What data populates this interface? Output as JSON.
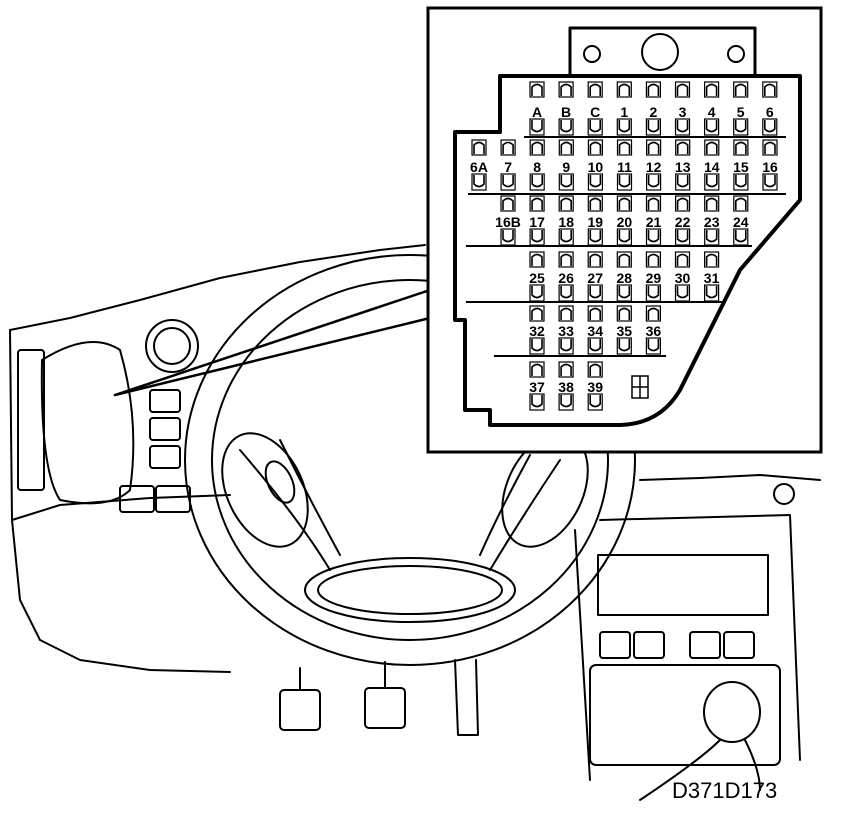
{
  "drawing_code": "D371D173",
  "fuse_box": {
    "rows": [
      [
        "A",
        "B",
        "C",
        "1",
        "2",
        "3",
        "4",
        "5",
        "6"
      ],
      [
        "6A",
        "7",
        "8",
        "9",
        "10",
        "11",
        "12",
        "13",
        "14",
        "15",
        "16"
      ],
      [
        "16B",
        "17",
        "18",
        "19",
        "20",
        "21",
        "22",
        "23",
        "24"
      ],
      [
        "25",
        "26",
        "27",
        "28",
        "29",
        "30",
        "31"
      ],
      [
        "32",
        "33",
        "34",
        "35",
        "36"
      ],
      [
        "37",
        "38",
        "39"
      ]
    ]
  }
}
